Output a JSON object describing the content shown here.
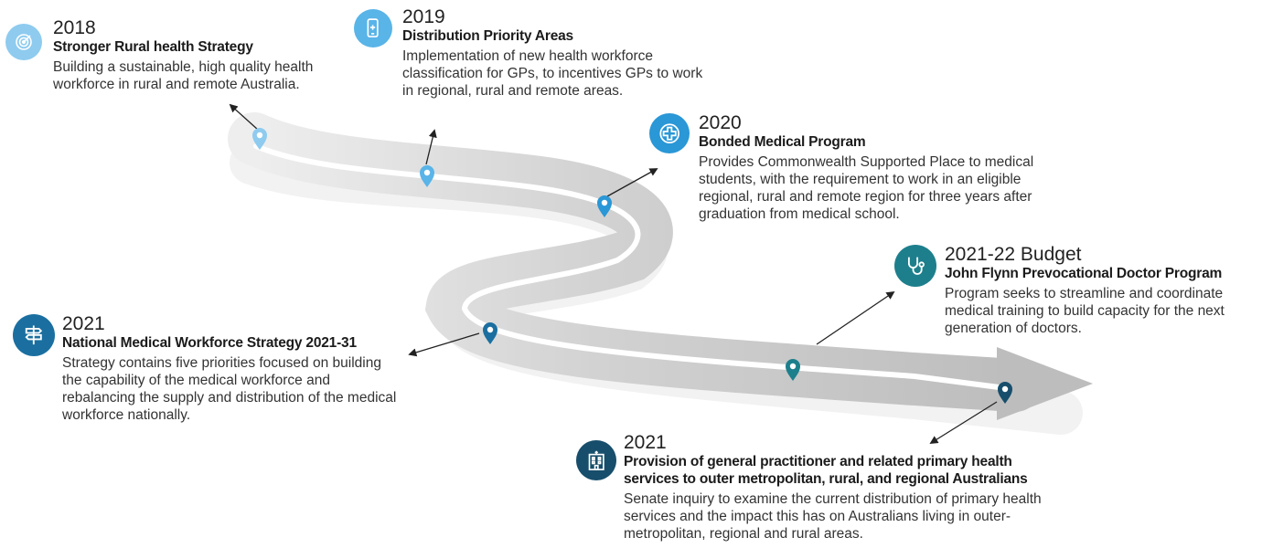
{
  "colors": {
    "light_blue": "#8ecbef",
    "sky_blue": "#59b4e8",
    "mid_blue": "#2a97d6",
    "teal": "#1d7f8c",
    "dark_teal": "#0d5f70",
    "navy": "#174e6b"
  },
  "milestones": [
    {
      "year": "2018",
      "title": "Stronger Rural health Strategy",
      "desc": "Building a sustainable, high quality health workforce in rural and remote Australia.",
      "icon": "target-icon"
    },
    {
      "year": "2019",
      "title": "Distribution Priority Areas",
      "desc": "Implementation of new health workforce classification for GPs, to incentives GPs to work in regional, rural and remote areas.",
      "icon": "mobile-health-icon"
    },
    {
      "year": "2020",
      "title": "Bonded Medical Program",
      "desc": "Provides Commonwealth Supported Place to medical students, with the requirement to work in an eligible regional, rural and remote region for three years after graduation from medical school.",
      "icon": "medical-cross-icon"
    },
    {
      "year": "2021",
      "title": "National Medical Workforce Strategy 2021-31",
      "desc": "Strategy contains five priorities focused on building the capability of the medical workforce and rebalancing the supply and distribution of the medical workforce nationally.",
      "icon": "signpost-icon"
    },
    {
      "year": "2021-22 Budget",
      "title": "John Flynn Prevocational Doctor Program",
      "desc": "Program seeks to streamline and coordinate medical training to build capacity for the next generation of doctors.",
      "icon": "stethoscope-icon"
    },
    {
      "year": "2021",
      "title": "Provision of general practitioner and related primary health services to outer metropolitan, rural, and regional Australians",
      "desc": "Senate inquiry to examine the current distribution of primary health services and the impact this has on Australians living in outer-metropolitan, regional and rural areas.",
      "icon": "hospital-icon"
    }
  ]
}
